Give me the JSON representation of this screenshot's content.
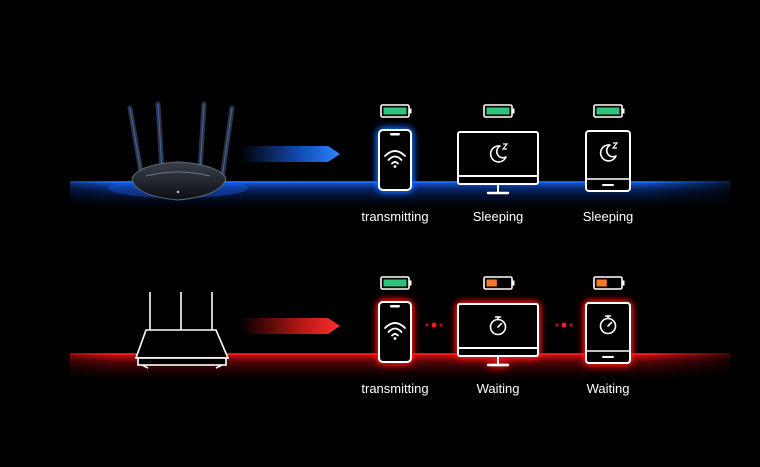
{
  "colors": {
    "background": "#000000",
    "blue_glow": "#1a6bff",
    "red_glow": "#ff1a1a",
    "battery_full": "#2fc27a",
    "battery_low": "#f07a2a",
    "white": "#ffffff"
  },
  "rows": [
    {
      "theme": "blue",
      "router": "router-with-antennas-icon",
      "devices": [
        {
          "icon": "phone-wifi-icon",
          "battery": "full",
          "label": "transmitting"
        },
        {
          "icon": "monitor-moon-icon",
          "battery": "full",
          "label": "Sleeping"
        },
        {
          "icon": "tablet-moon-icon",
          "battery": "full",
          "label": "Sleeping"
        }
      ]
    },
    {
      "theme": "red",
      "router": "router-with-antennas-icon",
      "devices": [
        {
          "icon": "phone-wifi-icon",
          "battery": "full",
          "label": "transmitting"
        },
        {
          "icon": "monitor-stopwatch-icon",
          "battery": "low",
          "label": "Waiting"
        },
        {
          "icon": "tablet-stopwatch-icon",
          "battery": "low",
          "label": "Waiting"
        }
      ]
    }
  ]
}
